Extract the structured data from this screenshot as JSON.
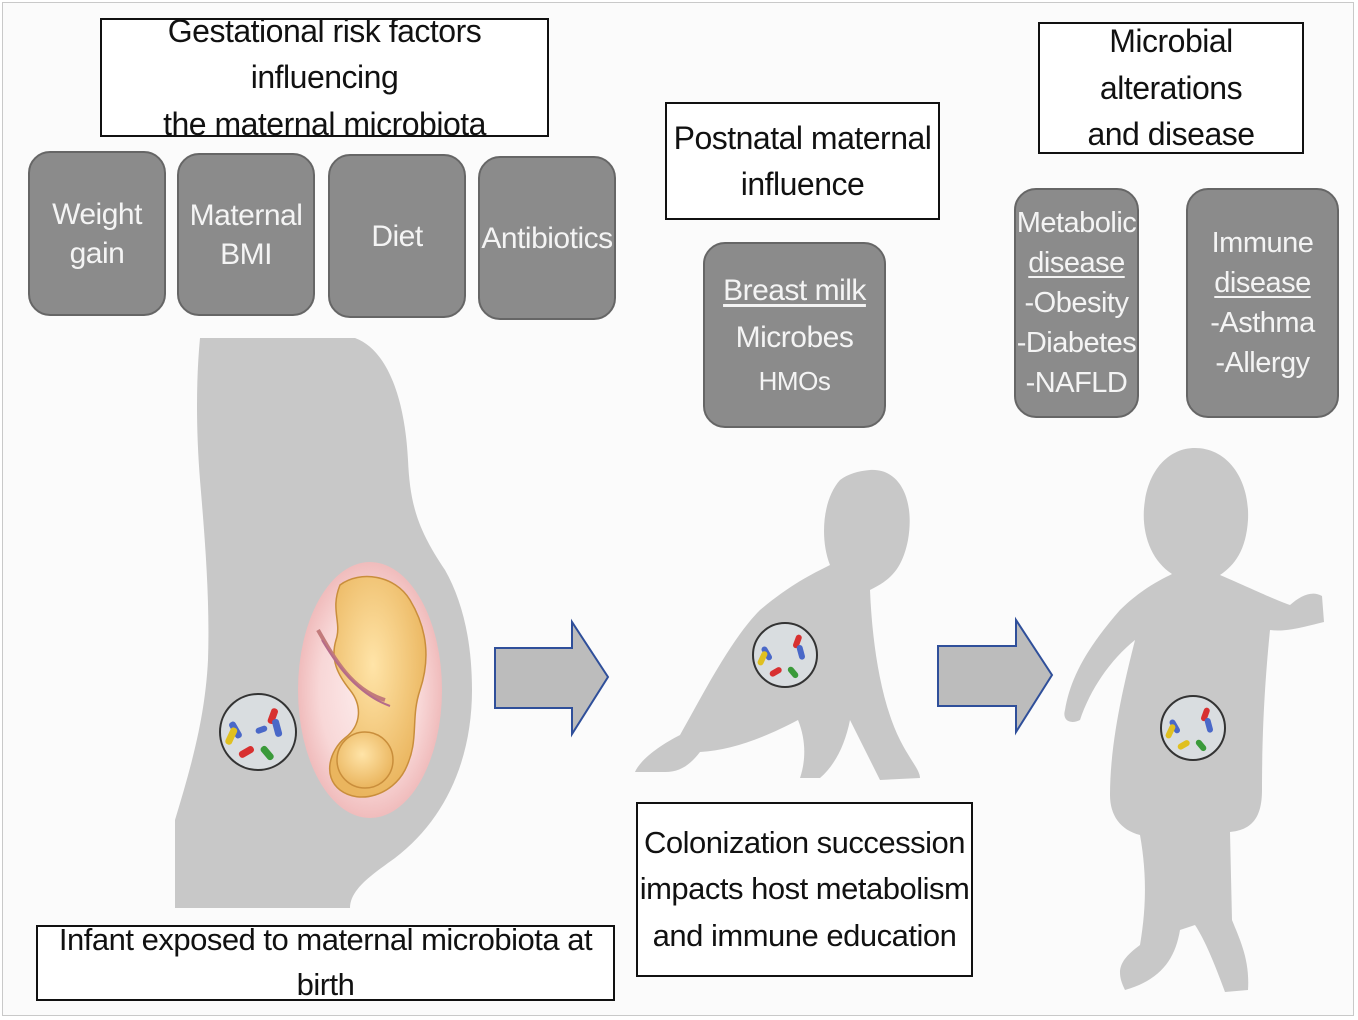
{
  "titles": {
    "gestational": "Gestational risk factors influencing\nthe maternal microbiota",
    "postnatal": "Postnatal maternal\ninfluence",
    "alterations": "Microbial alterations\nand disease",
    "infant_exposed": "Infant exposed to maternal microbiota at birth",
    "colonization": "Colonization succession\nimpacts host metabolism\nand immune education"
  },
  "risk_factors": [
    "Weight\ngain",
    "Maternal\nBMI",
    "Diet",
    "Antibiotics"
  ],
  "postnatal_box": {
    "heading": "Breast milk",
    "items": [
      "Microbes",
      "HMOs"
    ]
  },
  "disease_boxes": [
    {
      "heading_line1": "Metabolic",
      "heading_line2": "disease",
      "items": [
        "-Obesity",
        "-Diabetes",
        "-NAFLD"
      ]
    },
    {
      "heading_line1": "Immune",
      "heading_line2": "disease",
      "items": [
        "-Asthma",
        "-Allergy"
      ]
    }
  ],
  "colors": {
    "silhouette": "#c6c6c6",
    "box_fill": "#8b8b8b",
    "arrow_fill": "#bcbcbc",
    "arrow_stroke": "#2f4f9a",
    "womb": "#f6cccc",
    "fetus": "#f5c77e"
  }
}
